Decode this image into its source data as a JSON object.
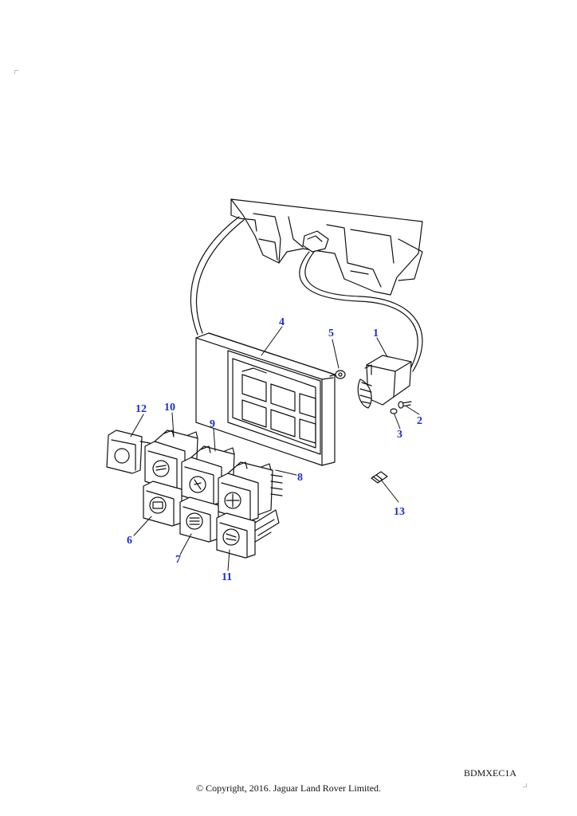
{
  "diagram": {
    "callouts": [
      {
        "id": "1",
        "text": "1"
      },
      {
        "id": "2",
        "text": "2"
      },
      {
        "id": "3",
        "text": "3"
      },
      {
        "id": "4",
        "text": "4"
      },
      {
        "id": "5",
        "text": "5"
      },
      {
        "id": "6",
        "text": "6"
      },
      {
        "id": "7",
        "text": "7"
      },
      {
        "id": "8",
        "text": "8"
      },
      {
        "id": "9",
        "text": "9"
      },
      {
        "id": "10",
        "text": "10"
      },
      {
        "id": "11",
        "text": "11"
      },
      {
        "id": "12",
        "text": "12"
      },
      {
        "id": "13",
        "text": "13"
      }
    ],
    "callout_color": "#1a2fd6"
  },
  "footer": {
    "reference_code": "BDMXEC1A",
    "copyright": "© Copyright, 2016. Jaguar Land Rover Limited."
  }
}
